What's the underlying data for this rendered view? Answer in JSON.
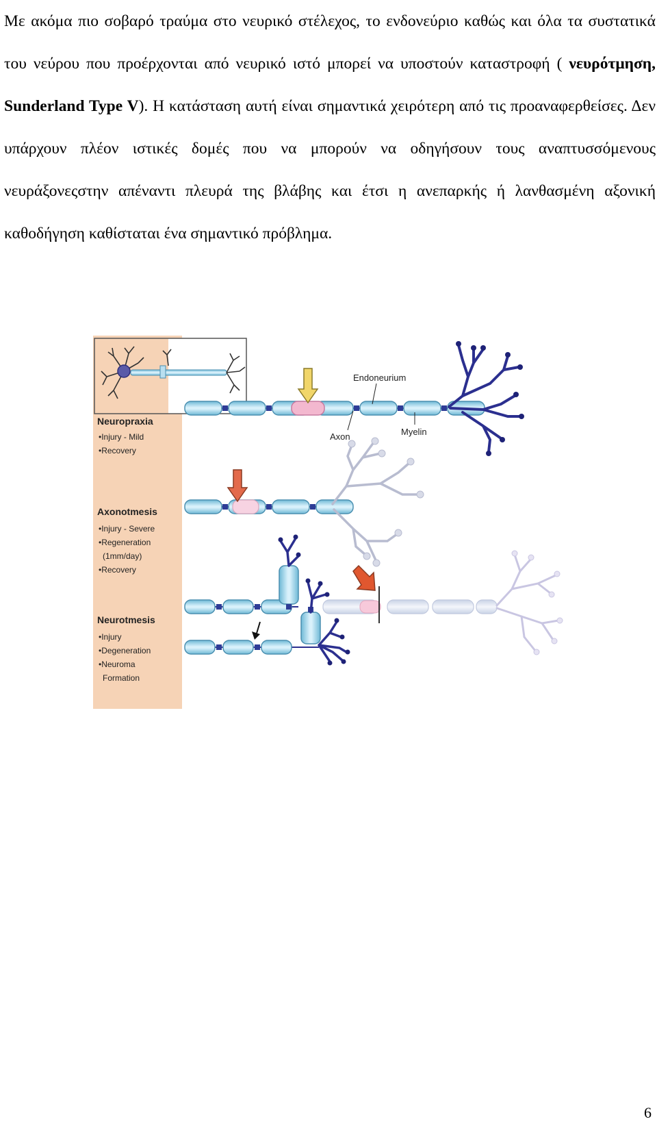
{
  "document": {
    "paragraph": {
      "part1": "Με ακόμα πιο σοβαρό τραύμα στο νευρικό στέλεχος, το ενδονεύριο καθώς και όλα τα συστατικά του νεύρου που προέρχονται από νευρικό ιστό μπορεί να υποστούν καταστροφή ( ",
      "bold": "νευρότμηση, Sunderland Type V",
      "part2": "). Η κατάσταση αυτή είναι σημαντικά χειρότερη από τις προαναφερθείσες. Δεν υπάρχουν πλέον ιστικές δομές που να μπορούν να οδηγήσουν τους αναπτυσσόμενους νευράξονεςστην απέναντι πλευρά της βλάβης και έτσι η ανεπαρκής ή λανθασμένη αξονική καθοδήγηση καθίσταται ένα σημαντικό πρόβλημα."
    },
    "page_number": "6"
  },
  "figure": {
    "labels": {
      "endoneurium": "Endoneurium",
      "axon": "Axon",
      "myelin": "Myelin"
    },
    "panels": [
      {
        "title": "Neuropraxia",
        "items": [
          "•Injury - Mild",
          "•Recovery"
        ]
      },
      {
        "title": "Axonotmesis",
        "items": [
          "•Injury - Severe",
          "•Regeneration",
          "(1mm/day)",
          "•Recovery"
        ]
      },
      {
        "title": "Neurotmesis",
        "items": [
          "•Injury",
          "•Degeneration",
          "•Neuroma",
          "Formation"
        ]
      }
    ],
    "colors": {
      "sidebar": "#f6d3b6",
      "myelin": "#7fc4de",
      "node": "#2e3c96",
      "dendrite": "#2b2f8f",
      "arrow_yellow": "#f1d66a",
      "arrow_orange": "#e36a4b",
      "injury": "#f3b8cf",
      "faded": "#dcdcea"
    }
  }
}
